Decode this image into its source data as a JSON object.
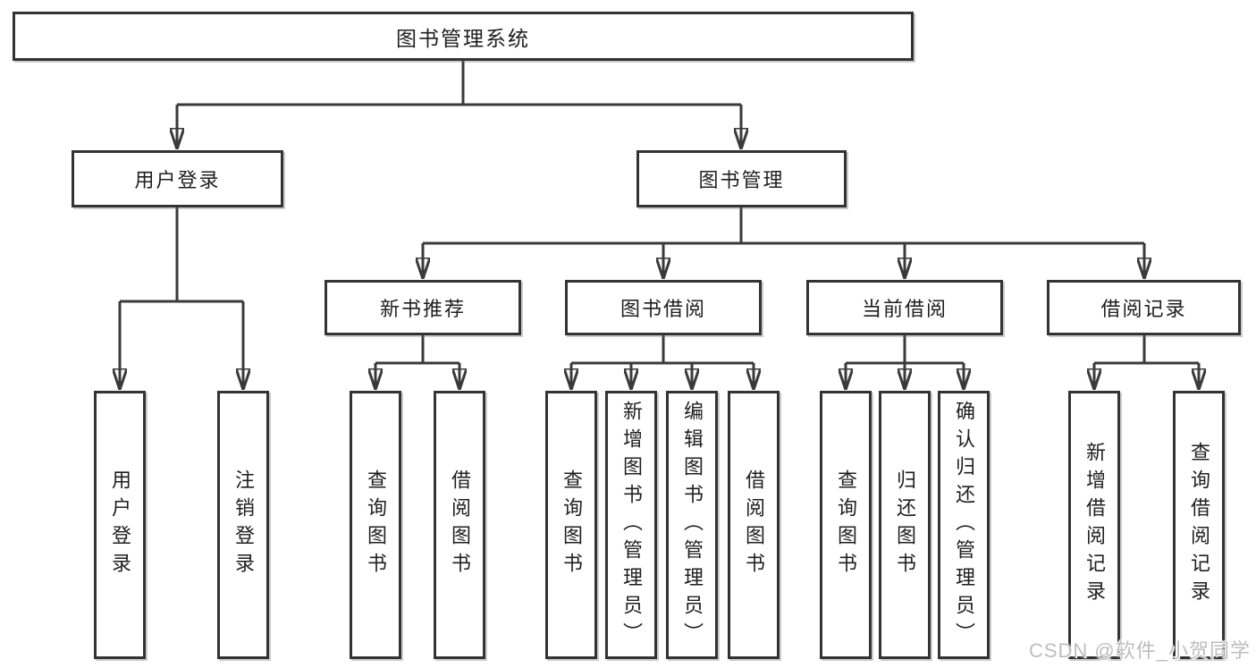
{
  "diagram": {
    "title": "图书管理系统",
    "branches": [
      {
        "label": "用户登录",
        "leaves": [
          "用户登录",
          "注销登录"
        ]
      },
      {
        "label": "图书管理",
        "groups": [
          {
            "label": "新书推荐",
            "leaves": [
              "查询图书",
              "借阅图书"
            ]
          },
          {
            "label": "图书借阅",
            "leaves": [
              "查询图书",
              "新增图书（管理员）",
              "编辑图书（管理员）",
              "借阅图书"
            ]
          },
          {
            "label": "当前借阅",
            "leaves": [
              "查询图书",
              "归还图书",
              "确认归还（管理员）"
            ]
          },
          {
            "label": "借阅记录",
            "leaves": [
              "新增借阅记录",
              "查询借阅记录"
            ]
          }
        ]
      }
    ]
  },
  "watermark": "CSDN @软件_小贺同学",
  "colors": {
    "line": "#3a3a3a",
    "box_border": "#333333",
    "text": "#1f1f1f",
    "watermark": "#bdbdbd",
    "background": "#ffffff"
  }
}
